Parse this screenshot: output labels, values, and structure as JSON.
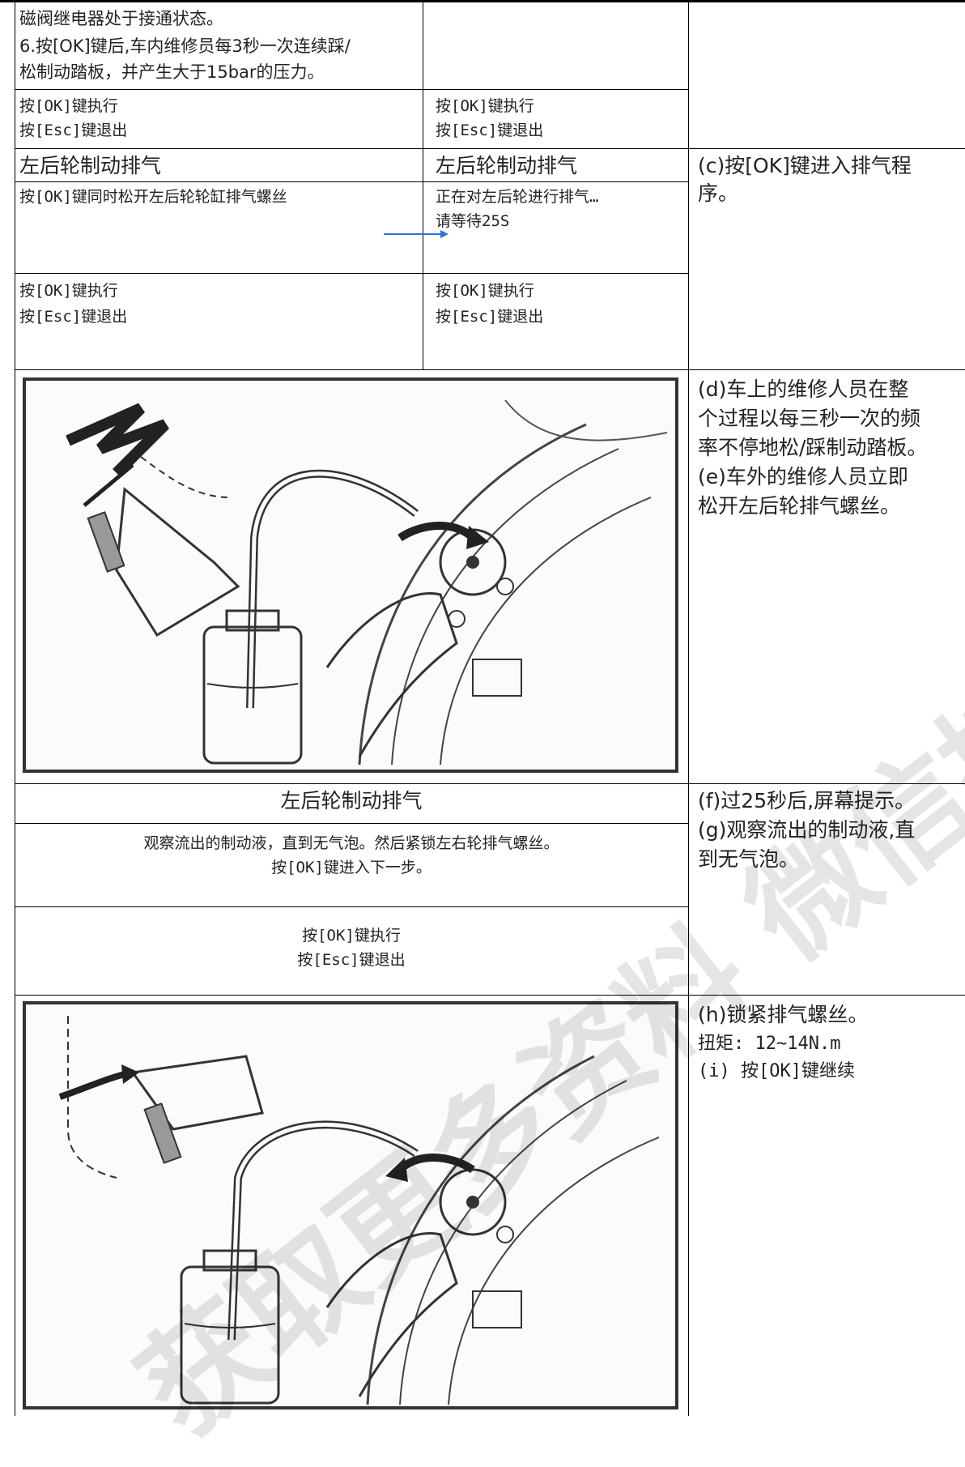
{
  "row1": {
    "col1_lines": [
      "磁阀继电器处于接通状态。",
      "6.按[OK]键后,车内维修员每3秒一次连续踩/",
      "松制动踏板，并产生大于15bar的压力。"
    ],
    "col1_buttons": [
      "按[OK]键执行",
      "按[Esc]键退出"
    ],
    "col2_buttons": [
      "按[OK]键执行",
      "按[Esc]键退出"
    ]
  },
  "row2": {
    "left_title": "左后轮制动排气",
    "left_msg": "按[OK]键同时松开左后轮轮缸排气螺丝",
    "left_buttons": [
      "按[OK]键执行",
      "按[Esc]键退出"
    ],
    "right_title": "左后轮制动排气",
    "right_msg": [
      "正在对左后轮进行排气…",
      "请等待25S"
    ],
    "right_buttons": [
      "按[OK]键执行",
      "按[Esc]键退出"
    ],
    "note": [
      "(c)按[OK]键进入排气程",
      "序。"
    ]
  },
  "row3": {
    "note": [
      "(d)车上的维修人员在整",
      "个过程以每三秒一次的频",
      "率不停地松/踩制动踏板。",
      "(e)车外的维修人员立即",
      "松开左后轮排气螺丝。"
    ]
  },
  "row4": {
    "title": "左后轮制动排气",
    "msg": [
      "观察流出的制动液，直到无气泡。然后紧锁左右轮排气螺丝。",
      "按[OK]键进入下一步。"
    ],
    "buttons": [
      "按[OK]键执行",
      "按[Esc]键退出"
    ],
    "note": [
      "(f)过25秒后,屏幕提示。",
      "(g)观察流出的制动液,直",
      "到无气泡。"
    ]
  },
  "row5": {
    "note": [
      "(h)锁紧排气螺丝。",
      "扭矩: 12~14N.m",
      "(i) 按[OK]键继续"
    ]
  },
  "watermark": "获取更多资料 微信搜索阳阳星球"
}
